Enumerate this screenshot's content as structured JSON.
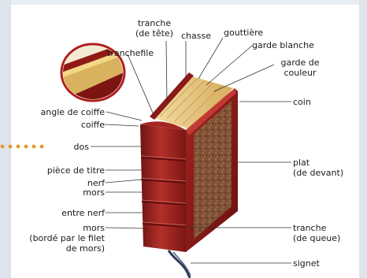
{
  "labels": {
    "tranche_tete_1": "tranche",
    "tranche_tete_2": "(de tête)",
    "chasse": "chasse",
    "gouttiere": "gouttière",
    "garde_blanche": "garde blanche",
    "garde_couleur_1": "garde de",
    "garde_couleur_2": "couleur",
    "tranchefile": "tranchefile",
    "coin": "coin",
    "angle_coiffe": "angle de coiffe",
    "coiffe": "coiffe",
    "dos": "dos",
    "piece_titre": "pièce de titre",
    "nerf": "nerf",
    "mors": "mors",
    "plat_1": "plat",
    "plat_2": "(de devant)",
    "entre_nerf": "entre nerf",
    "mors_borde_1": "mors",
    "mors_borde_2": "(bordé par le filet",
    "mors_borde_3": "de mors)",
    "tranche_queue_1": "tranche",
    "tranche_queue_2": "(de queue)",
    "signet": "signet"
  },
  "colors": {
    "leather": "#9e1f1c",
    "leather_dark": "#5e0f0d",
    "page_edge": "#e7c57a",
    "ribbon": "#2e3d56",
    "dotted_accent": "#e39a2c",
    "frame": "#c9d3de"
  }
}
